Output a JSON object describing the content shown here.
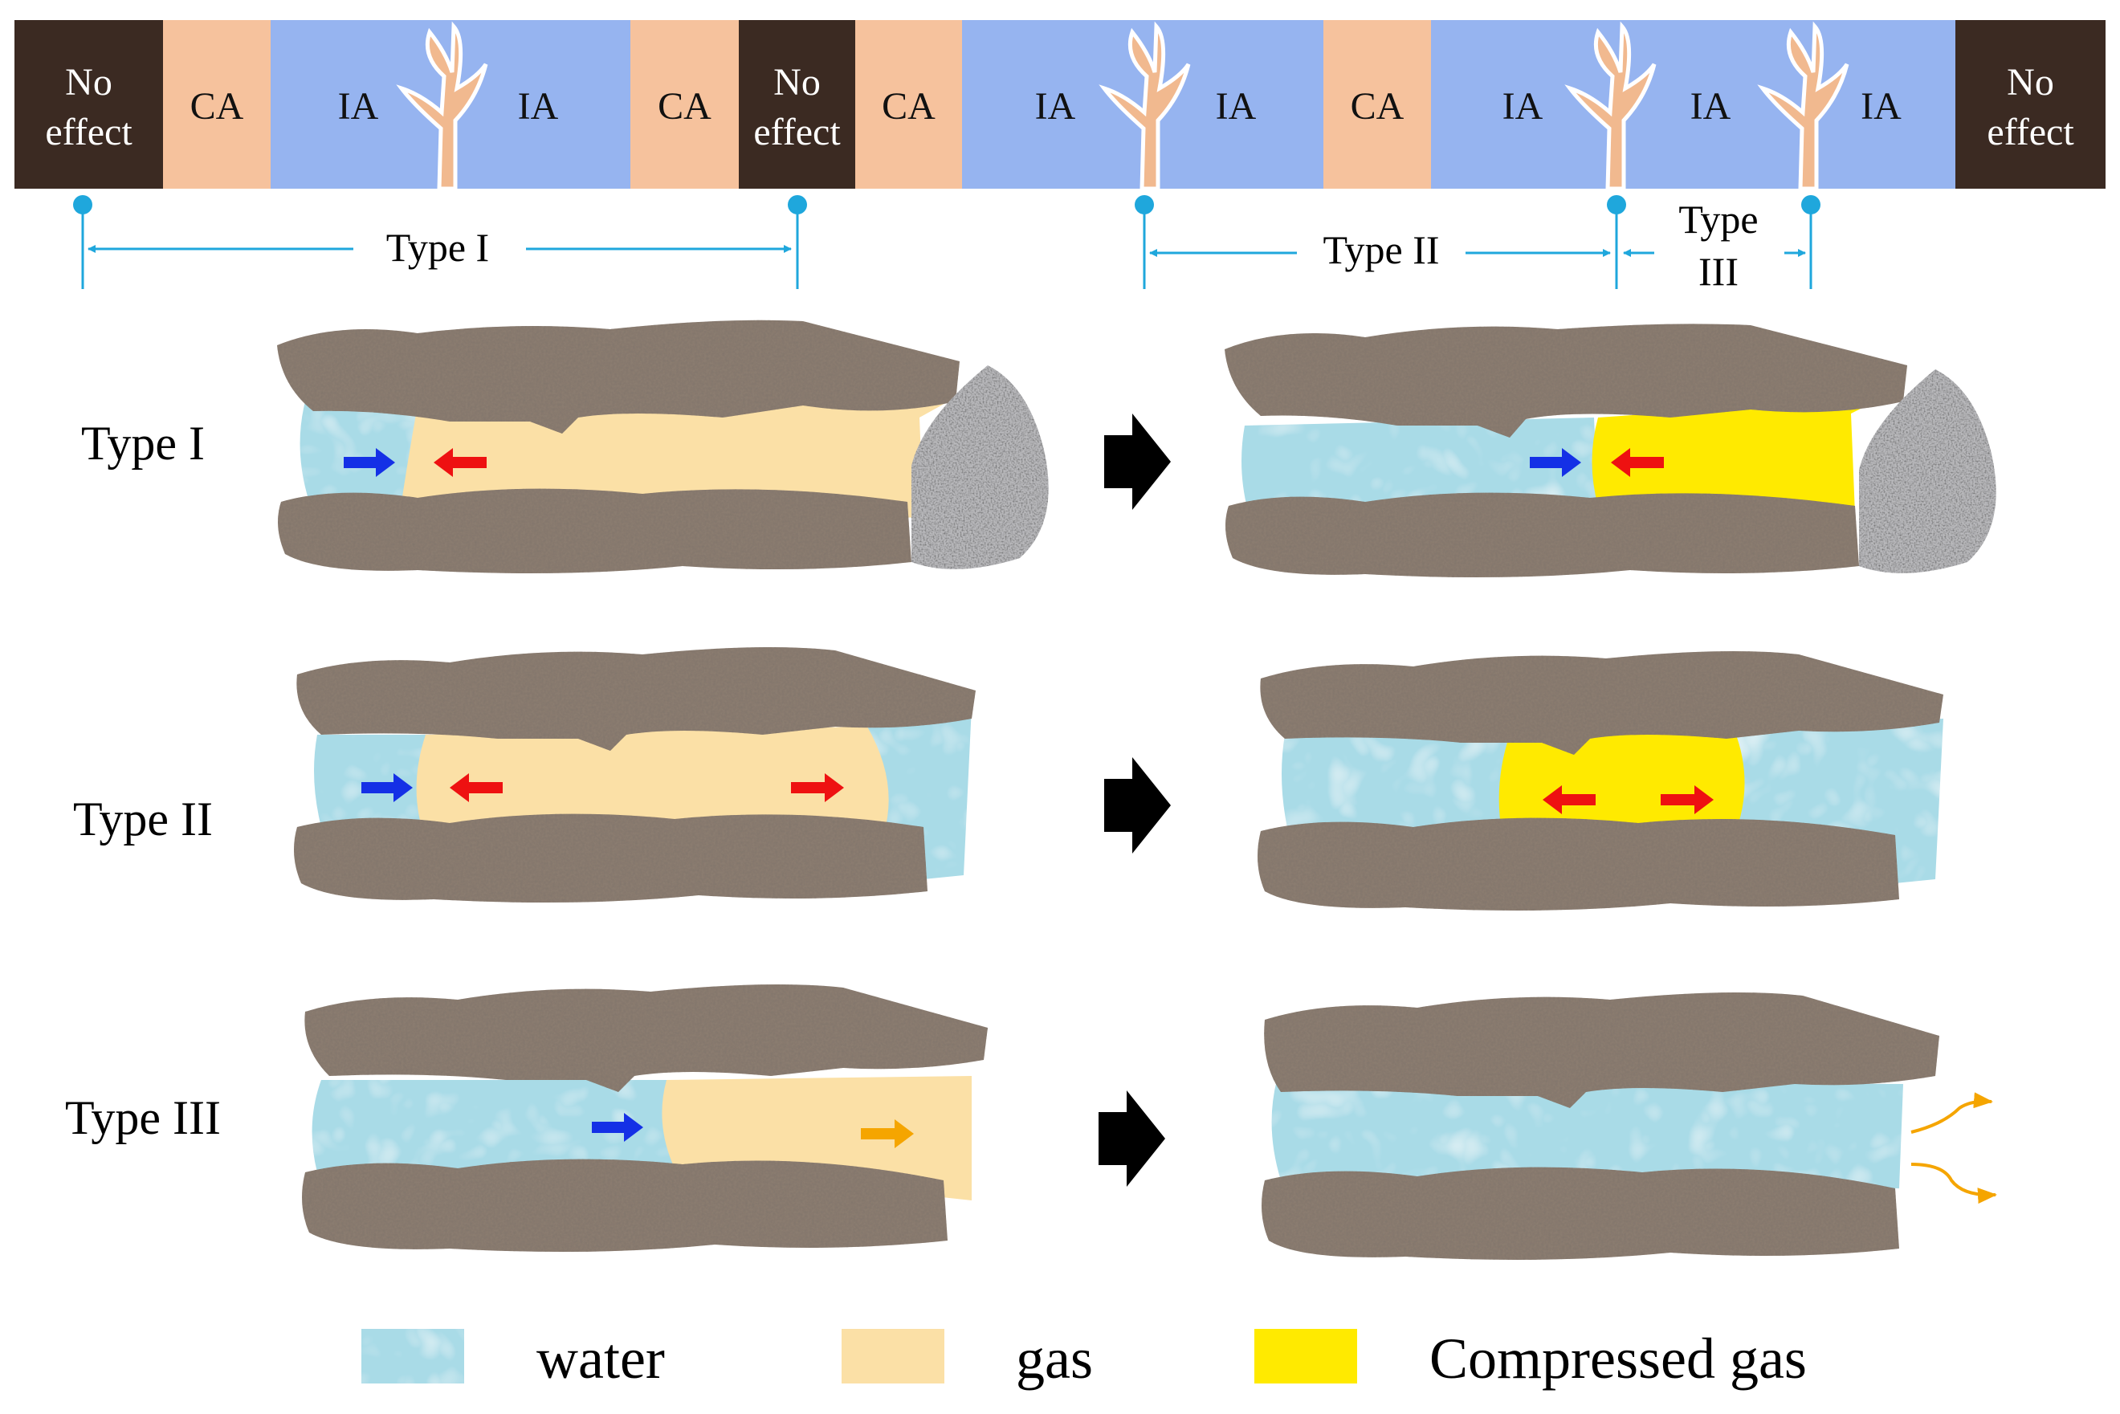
{
  "top_band": {
    "zones": [
      {
        "label": "No effect",
        "kind": "none"
      },
      {
        "label": "CA",
        "kind": "ca"
      },
      {
        "label": "IA",
        "kind": "ia"
      },
      {
        "label": "IA",
        "kind": "ia"
      },
      {
        "label": "CA",
        "kind": "ca"
      },
      {
        "label": "No effect",
        "kind": "none"
      },
      {
        "label": "CA",
        "kind": "ca"
      },
      {
        "label": "IA",
        "kind": "ia"
      },
      {
        "label": "IA",
        "kind": "ia"
      },
      {
        "label": "CA",
        "kind": "ca"
      },
      {
        "label": "IA",
        "kind": "ia"
      },
      {
        "label": "IA",
        "kind": "ia"
      },
      {
        "label": "IA",
        "kind": "ia"
      },
      {
        "label": "No effect",
        "kind": "none"
      }
    ],
    "colors": {
      "none": "#3b2a22",
      "ca": "#f6c29d",
      "ia": "#96b4f0",
      "root": "#f1b98f"
    }
  },
  "ranges": {
    "type1": "Type I",
    "type2": "Type II",
    "type3_line1": "Type",
    "type3_line2": "III"
  },
  "rows": [
    {
      "label": "Type I"
    },
    {
      "label": "Type II"
    },
    {
      "label": "Type III"
    }
  ],
  "legend": {
    "water": "water",
    "gas": "gas",
    "compressed_gas": "Compressed gas"
  },
  "colors": {
    "water": "#a9dbe7",
    "gas": "#fbe0a6",
    "compressed_gas": "#ffea00",
    "rock": "#8a7b6f",
    "gray_rock": "#b9b9bc",
    "pointer": "#1fa7dc",
    "arrow_blue": "#1430e6",
    "arrow_red": "#ee1111",
    "arrow_orange": "#f5a500",
    "big_arrow": "#000000"
  }
}
